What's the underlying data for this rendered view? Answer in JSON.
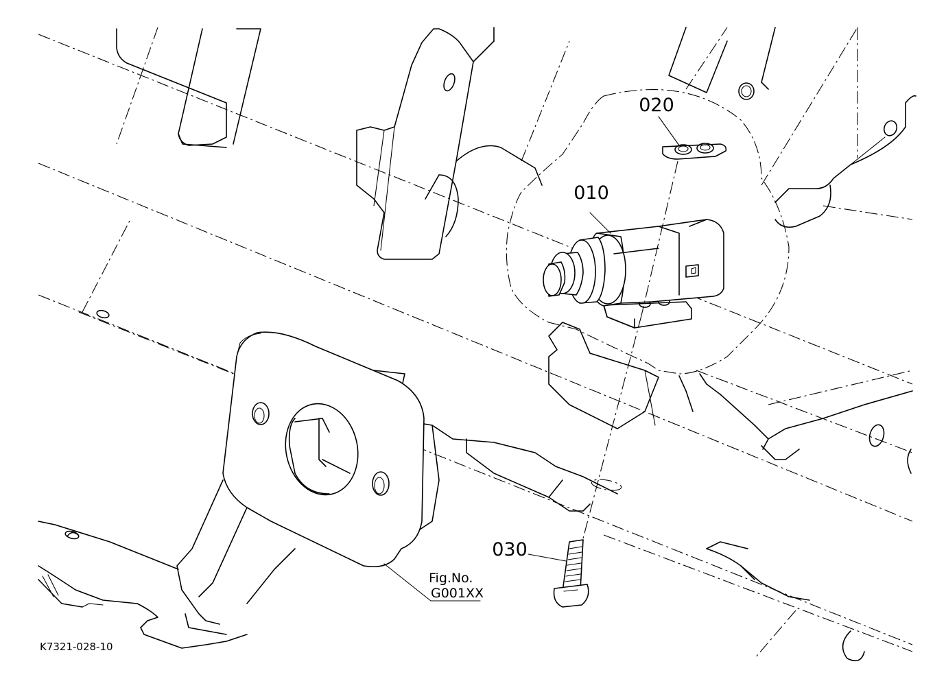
{
  "drawing": {
    "parts": [
      {
        "callout": "010",
        "description": "switch"
      },
      {
        "callout": "020",
        "description": "plate"
      },
      {
        "callout": "030",
        "description": "screw"
      }
    ],
    "figure_ref": {
      "line1": "Fig.No.",
      "line2": "G001XX"
    },
    "drawing_number": "K7321-028-10"
  }
}
